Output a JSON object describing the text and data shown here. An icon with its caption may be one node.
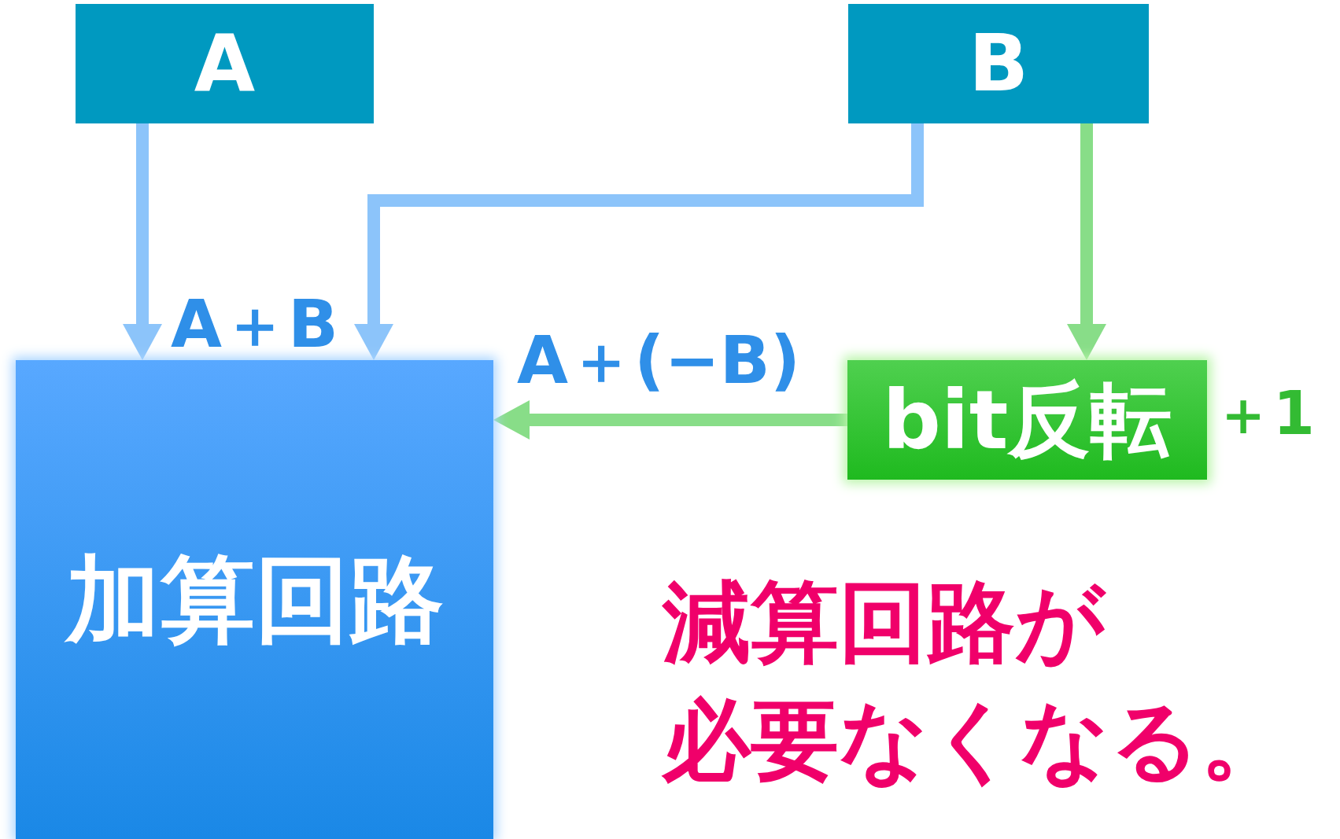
{
  "diagram": {
    "nodes": [
      {
        "text": [
          "A"
        ]
      },
      {
        "text": [
          "B"
        ]
      },
      {
        "text": [
          "加算回路"
        ]
      },
      {
        "text": [
          "bit反転"
        ],
        "beside": [
          "＋1"
        ]
      }
    ],
    "edges": [
      {
        "from": 0,
        "to": 2,
        "arrow": "to"
      },
      {
        "from": 1,
        "to": 2,
        "arrow": "to"
      },
      {
        "from": 1,
        "to": 3,
        "arrow": "to",
        "color": "#88dd88"
      },
      {
        "from": 3,
        "to": 2,
        "arrow": "to",
        "color": "#88dd88",
        "label": "A＋(−B)"
      }
    ],
    "labels": [
      "A＋B",
      "減算回路が",
      "必要なくなる。"
    ]
  }
}
